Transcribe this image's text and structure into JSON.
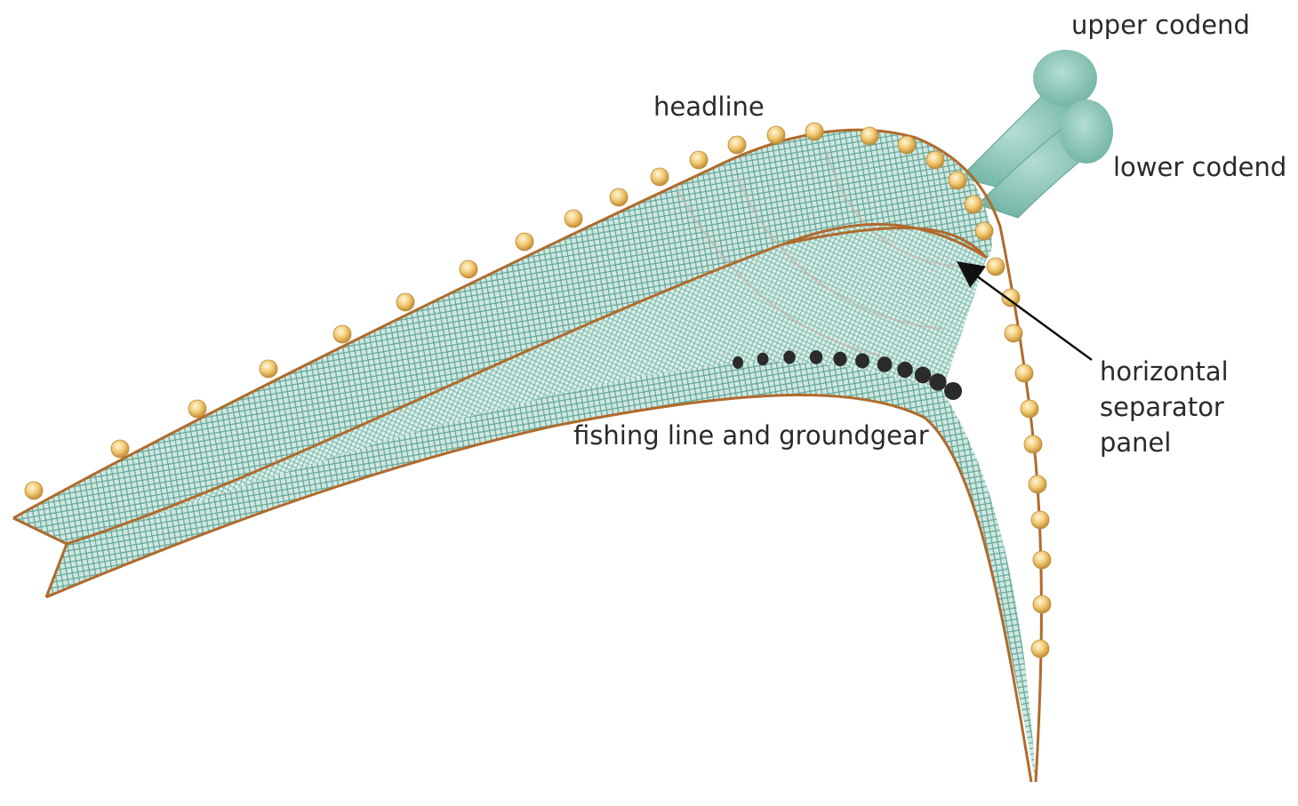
{
  "labels": {
    "upper_codend": "upper codend",
    "lower_codend": "lower codend",
    "headline": "headline",
    "fishing_line": "fishing line and groundgear",
    "separator_line1": "horizontal",
    "separator_line2": "separator",
    "separator_line3": "panel"
  },
  "colors": {
    "net": "#8fc9bc",
    "net_dark": "#5aa393",
    "rope": "#b06a2c",
    "float": "#f0c870",
    "weight": "#2b2b2b",
    "codend": "#7fbfb0",
    "arrow": "#111111"
  }
}
